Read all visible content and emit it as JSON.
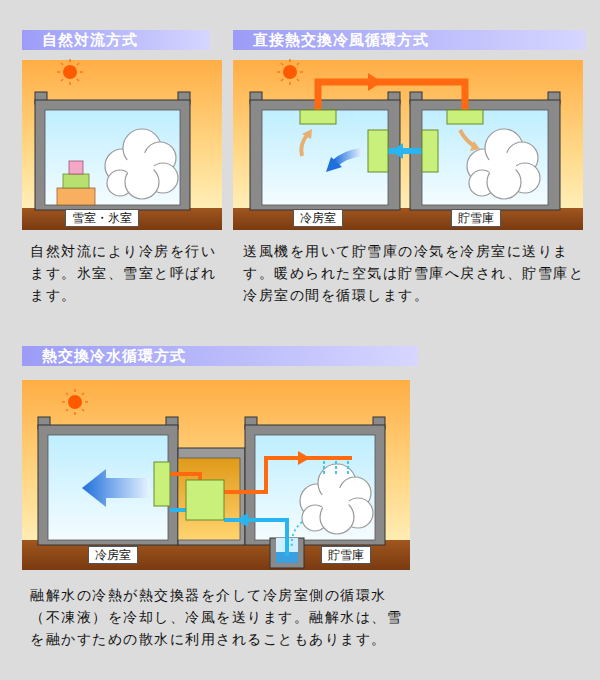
{
  "diagram": {
    "nodes": [
      {
        "text": [
          "自然対流方式"
        ]
      },
      {
        "text": [
          "雪室・氷室"
        ]
      },
      {
        "text": [
          "直接熱交換冷風循環方式"
        ]
      },
      {
        "text": [
          "冷房室"
        ]
      },
      {
        "text": [
          "貯雪庫"
        ]
      },
      {
        "text": [
          "熱交換冷水循環方式"
        ]
      },
      {
        "text": [
          "冷房室"
        ]
      },
      {
        "text": [
          "貯雪庫"
        ]
      }
    ],
    "labels": [
      "自然対流により冷房を行います。氷室、雪室と呼ばれます。",
      "送風機を用いて貯雪庫の冷気を冷房室に送ります。暖められた空気は貯雪庫へ戻され、貯雪庫と冷房室の間を循環します。",
      "融解水の冷熱が熱交換器を介して冷房室側の循環水（不凍液）を冷却し、冷風を送ります。融解水は、雪を融かすための散水に利用されることもあります。"
    ]
  }
}
